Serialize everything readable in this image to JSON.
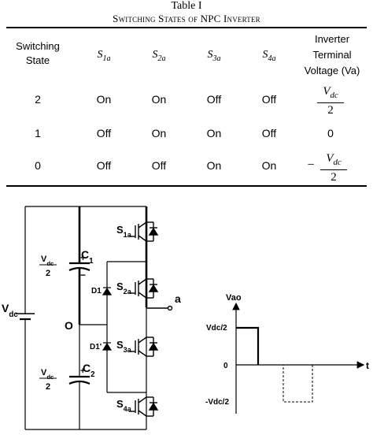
{
  "table": {
    "caption_line1": "Table I",
    "caption_line2": "Switching States of NPC Inverter",
    "header": {
      "col1_line1": "Switching",
      "col1_line2": "State",
      "s1": "S1a",
      "s2": "S2a",
      "s3": "S3a",
      "s4": "S4a",
      "col6_line1": "Inverter",
      "col6_line2": "Terminal",
      "col6_line3": "Voltage (Va)"
    },
    "rows": [
      {
        "state": "2",
        "s1": "On",
        "s2": "On",
        "s3": "Off",
        "s4": "Off",
        "voltage": {
          "sign": "",
          "num": "Vdc",
          "den": "2"
        }
      },
      {
        "state": "1",
        "s1": "Off",
        "s2": "On",
        "s3": "On",
        "s4": "Off",
        "voltage": {
          "text": "0"
        }
      },
      {
        "state": "0",
        "s1": "Off",
        "s2": "Off",
        "s3": "On",
        "s4": "On",
        "voltage": {
          "sign": "−",
          "num": "Vdc",
          "den": "2"
        }
      }
    ]
  },
  "circuit": {
    "source_label": "Vdc",
    "cap_top": "C1",
    "cap_bot": "C2",
    "half_num": "Vdc",
    "half_den": "2",
    "plus": "+",
    "minus": "−",
    "neutral": "O",
    "diode1": "D1",
    "diode2": "D1'",
    "s1": "S1a",
    "s2": "S2a",
    "s3": "S3a",
    "s4": "S4a",
    "output": "a"
  },
  "waveform": {
    "ylabel": "Vao",
    "top_label": "Vdc/2",
    "zero_label": "0",
    "bot_label": "-Vdc/2",
    "xlabel": "t"
  }
}
